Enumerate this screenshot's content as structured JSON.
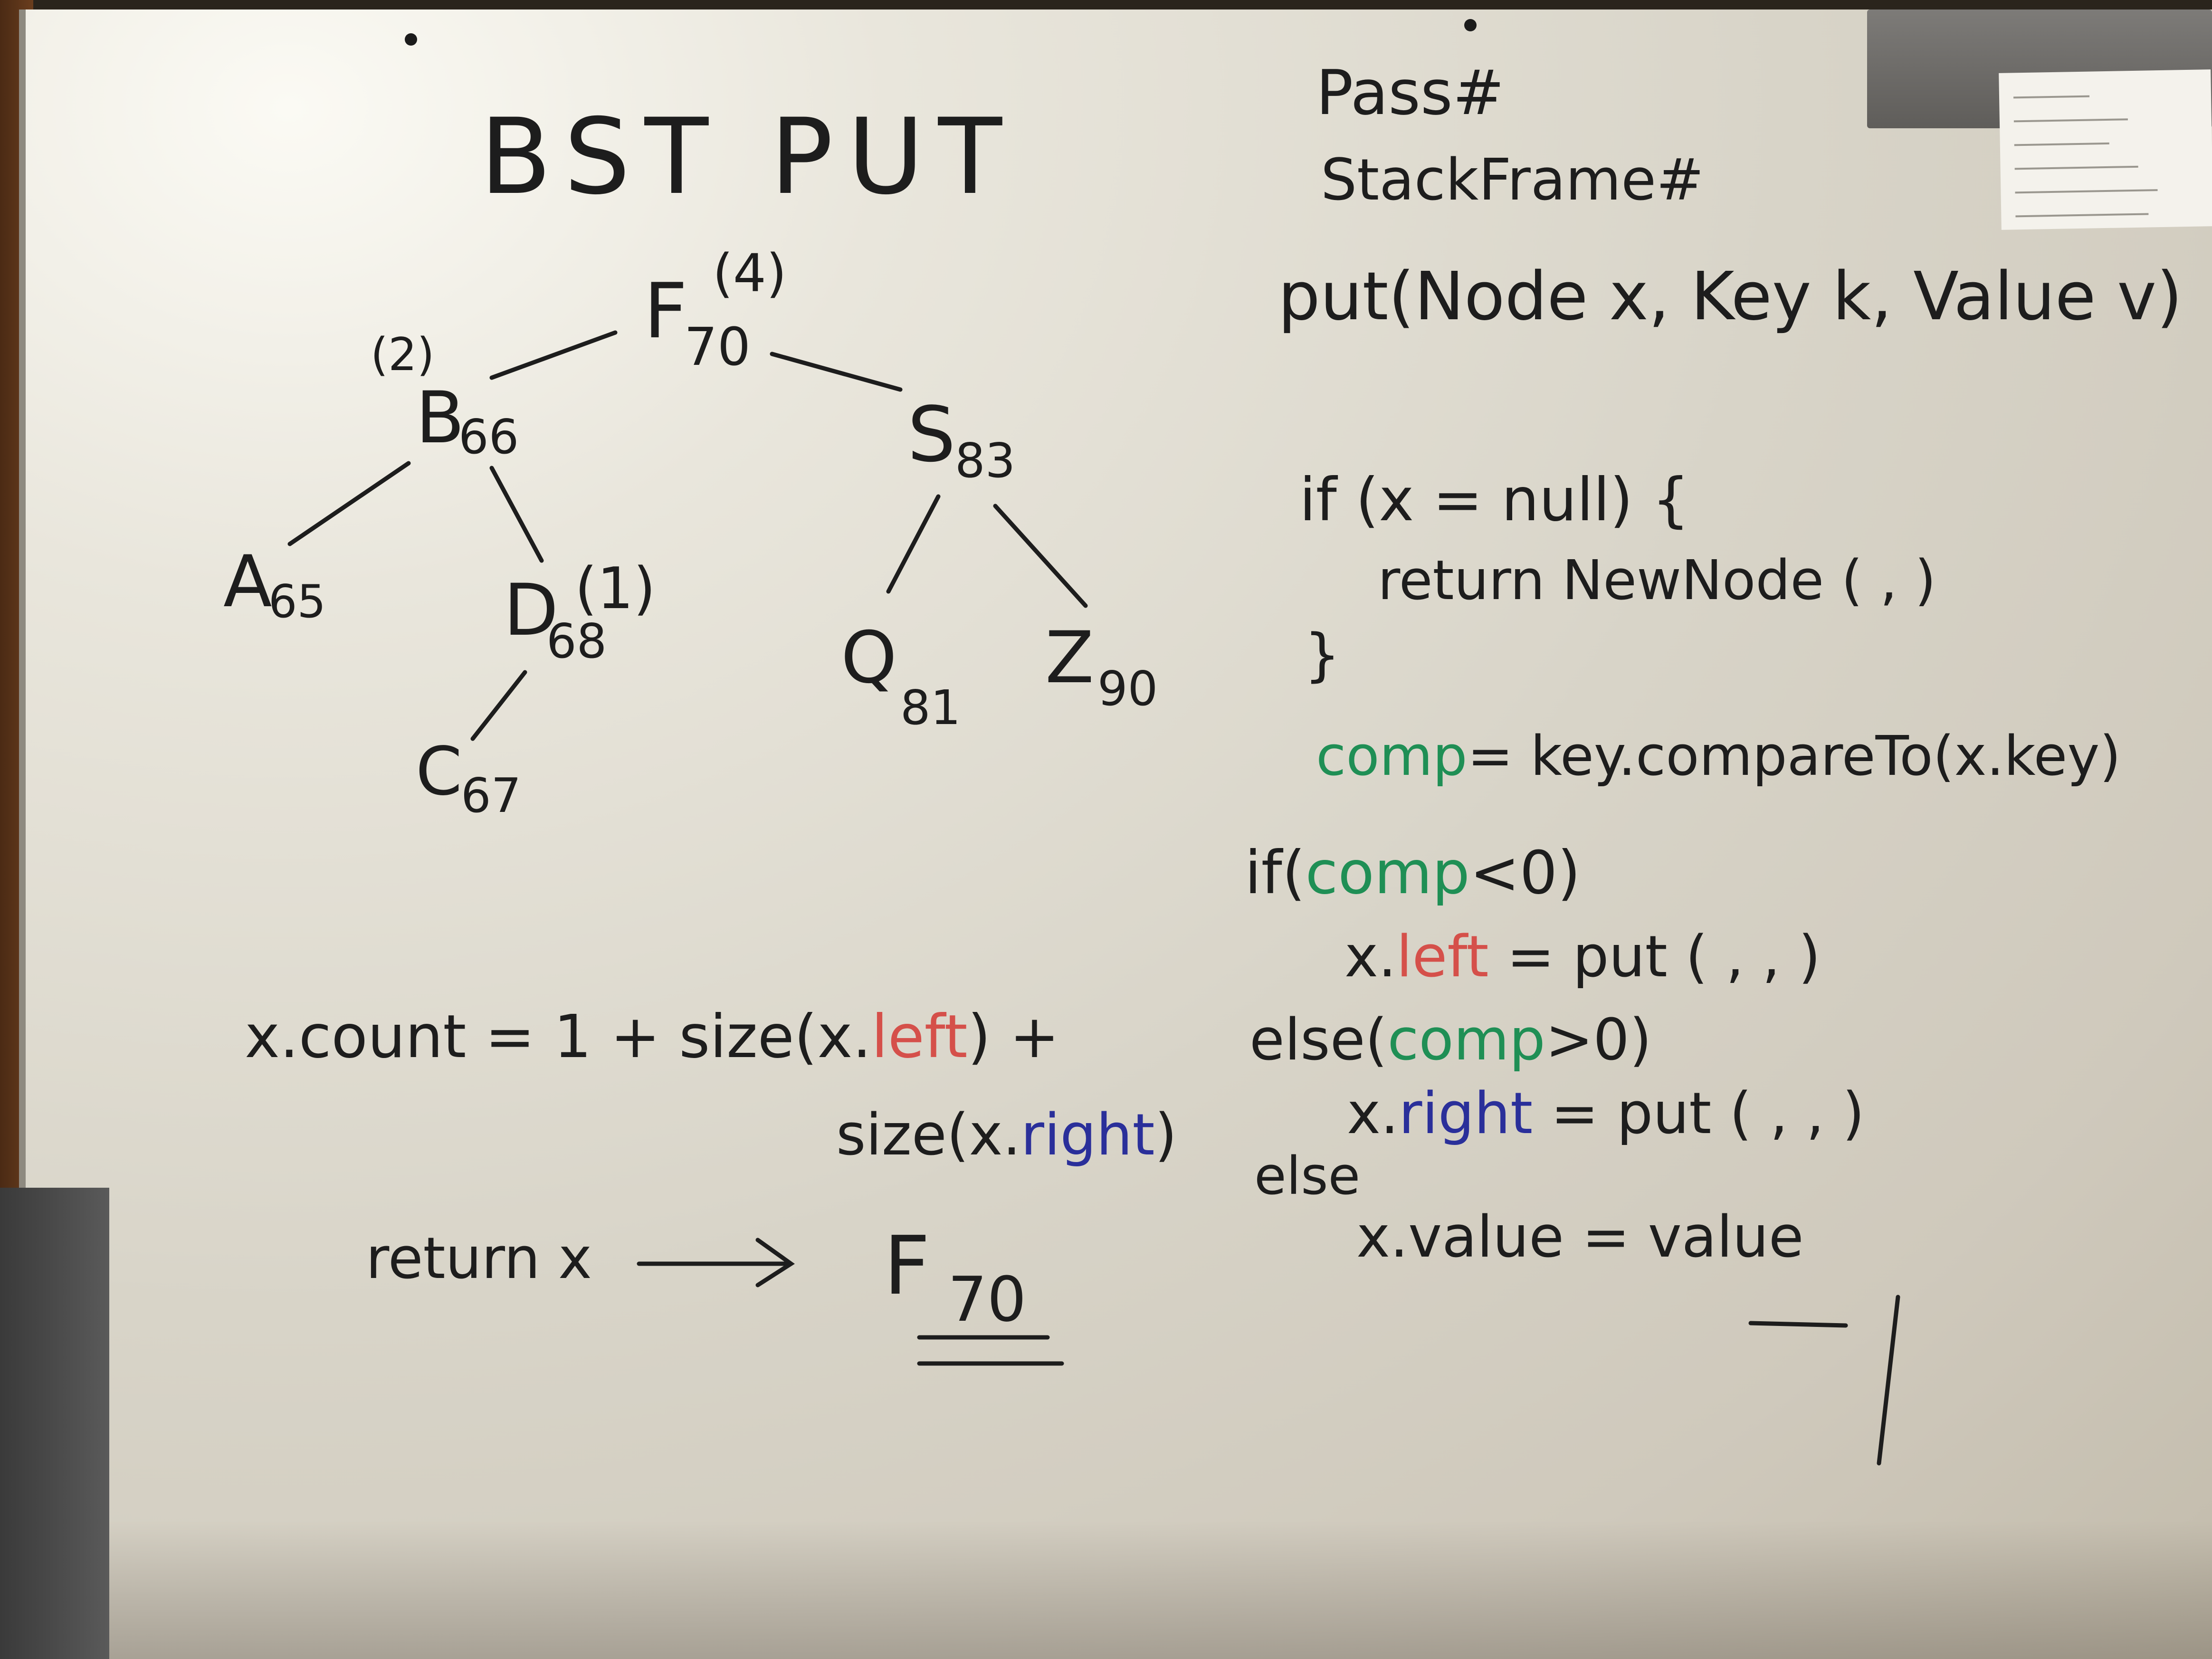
{
  "title": "BST PUT",
  "header": {
    "pass": "Pass#",
    "stack_frame": "StackFrame#"
  },
  "tree": {
    "nodes": {
      "F": {
        "letter": "F",
        "num": "70",
        "count": "(4)"
      },
      "B": {
        "letter": "B",
        "num": "66",
        "count": "(2)"
      },
      "S": {
        "letter": "S",
        "num": "83"
      },
      "A": {
        "letter": "A",
        "num": "65"
      },
      "D": {
        "letter": "D",
        "num": "68",
        "count": "(1)"
      },
      "Q": {
        "letter": "Q",
        "num": "81"
      },
      "Z": {
        "letter": "Z",
        "num": "90"
      },
      "C": {
        "letter": "C",
        "num": "67"
      }
    }
  },
  "code": {
    "signature": "put(Node x, Key k, Value v)",
    "if_null": "if (x = null) {",
    "return_new": "return NewNode (   ,   )",
    "close_brace": "}",
    "comp_var": "comp",
    "comp_rhs": "= key.compareTo(x.key)",
    "if_comp_pre": "if(",
    "if_comp_var": "comp",
    "if_comp_post": "<0)",
    "left_x": "x.",
    "left_kw": "left",
    "left_put": " = put (   ,   ,   )",
    "else_comp_pre": "else(",
    "else_comp_var": "comp",
    "else_comp_post": ">0)",
    "right_x": "x.",
    "right_kw": "right",
    "right_put": " = put (   ,   ,   )",
    "else": "else",
    "value_assign": "x.value = value"
  },
  "bottom": {
    "count_pre": "x.count = 1 + size(x.",
    "count_left": "left",
    "count_post": ") +",
    "size_pre": "size(x.",
    "size_right": "right",
    "size_post": ")",
    "return": "return x",
    "arrow": "⟶",
    "result_letter": "F",
    "result_num": "70"
  },
  "colors": {
    "marker_black": "#1d1d1d",
    "marker_green": "#1f8f55",
    "marker_red": "#d5504a",
    "marker_blue": "#2a2f9a"
  }
}
